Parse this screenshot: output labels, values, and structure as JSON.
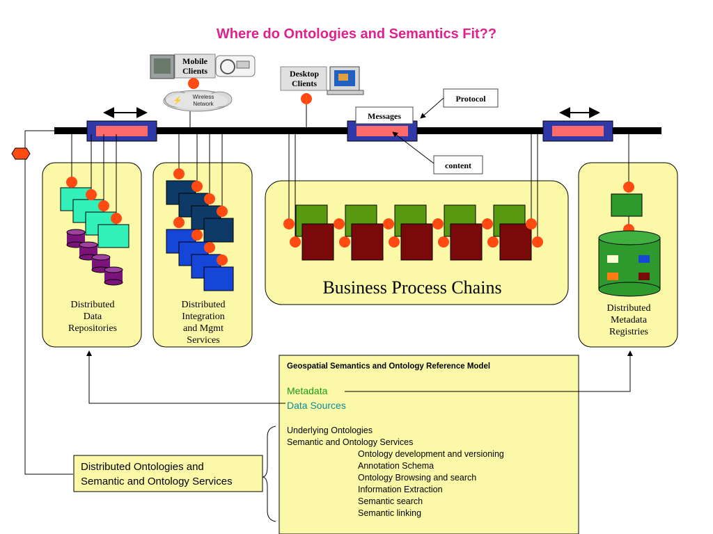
{
  "title": "Where do Ontologies and Semantics Fit??",
  "clients": {
    "mobile": "Mobile\nClients",
    "desktop": "Desktop\nClients",
    "network": "Wireless\nNetwork"
  },
  "callouts": {
    "messages": "Messages",
    "protocol": "Protocol",
    "content": "content"
  },
  "panels": {
    "data_repositories": "Distributed\nData\nRepositories",
    "integration": "Distributed\nIntegration\nand Mgmt\nServices",
    "business": "Business Process Chains",
    "metadata_registries": "Distributed\nMetadata\nRegistries"
  },
  "reference_model": {
    "title": "Geospatial Semantics and Ontology Reference Model",
    "metadata": "Metadata",
    "data_sources": "Data Sources",
    "items": [
      "Underlying Ontologies",
      "Semantic and Ontology Services"
    ],
    "sub_items": [
      "Ontology development and versioning",
      "Annotation Schema",
      "Ontology Browsing and search",
      "Information Extraction",
      "Semantic search",
      "Semantic linking"
    ]
  },
  "ontology_services_box": "Distributed Ontologies and\nSemantic and Ontology Services",
  "colors": {
    "title": "#e0208c",
    "panel_fill": "#fbf8a8",
    "bus": "#000000",
    "node": "#ff4a12",
    "connector_fill": "#2f3aa8",
    "connector_inner": "#ff6a6a",
    "teal_box": "#33f0b8",
    "purple_cyl": "#7a137a",
    "navy_box": "#0d3a66",
    "blue_box": "#1646d8",
    "olive_box": "#5a9a10",
    "maroon_box": "#7a0a0a",
    "green_box": "#2e9a2e"
  }
}
